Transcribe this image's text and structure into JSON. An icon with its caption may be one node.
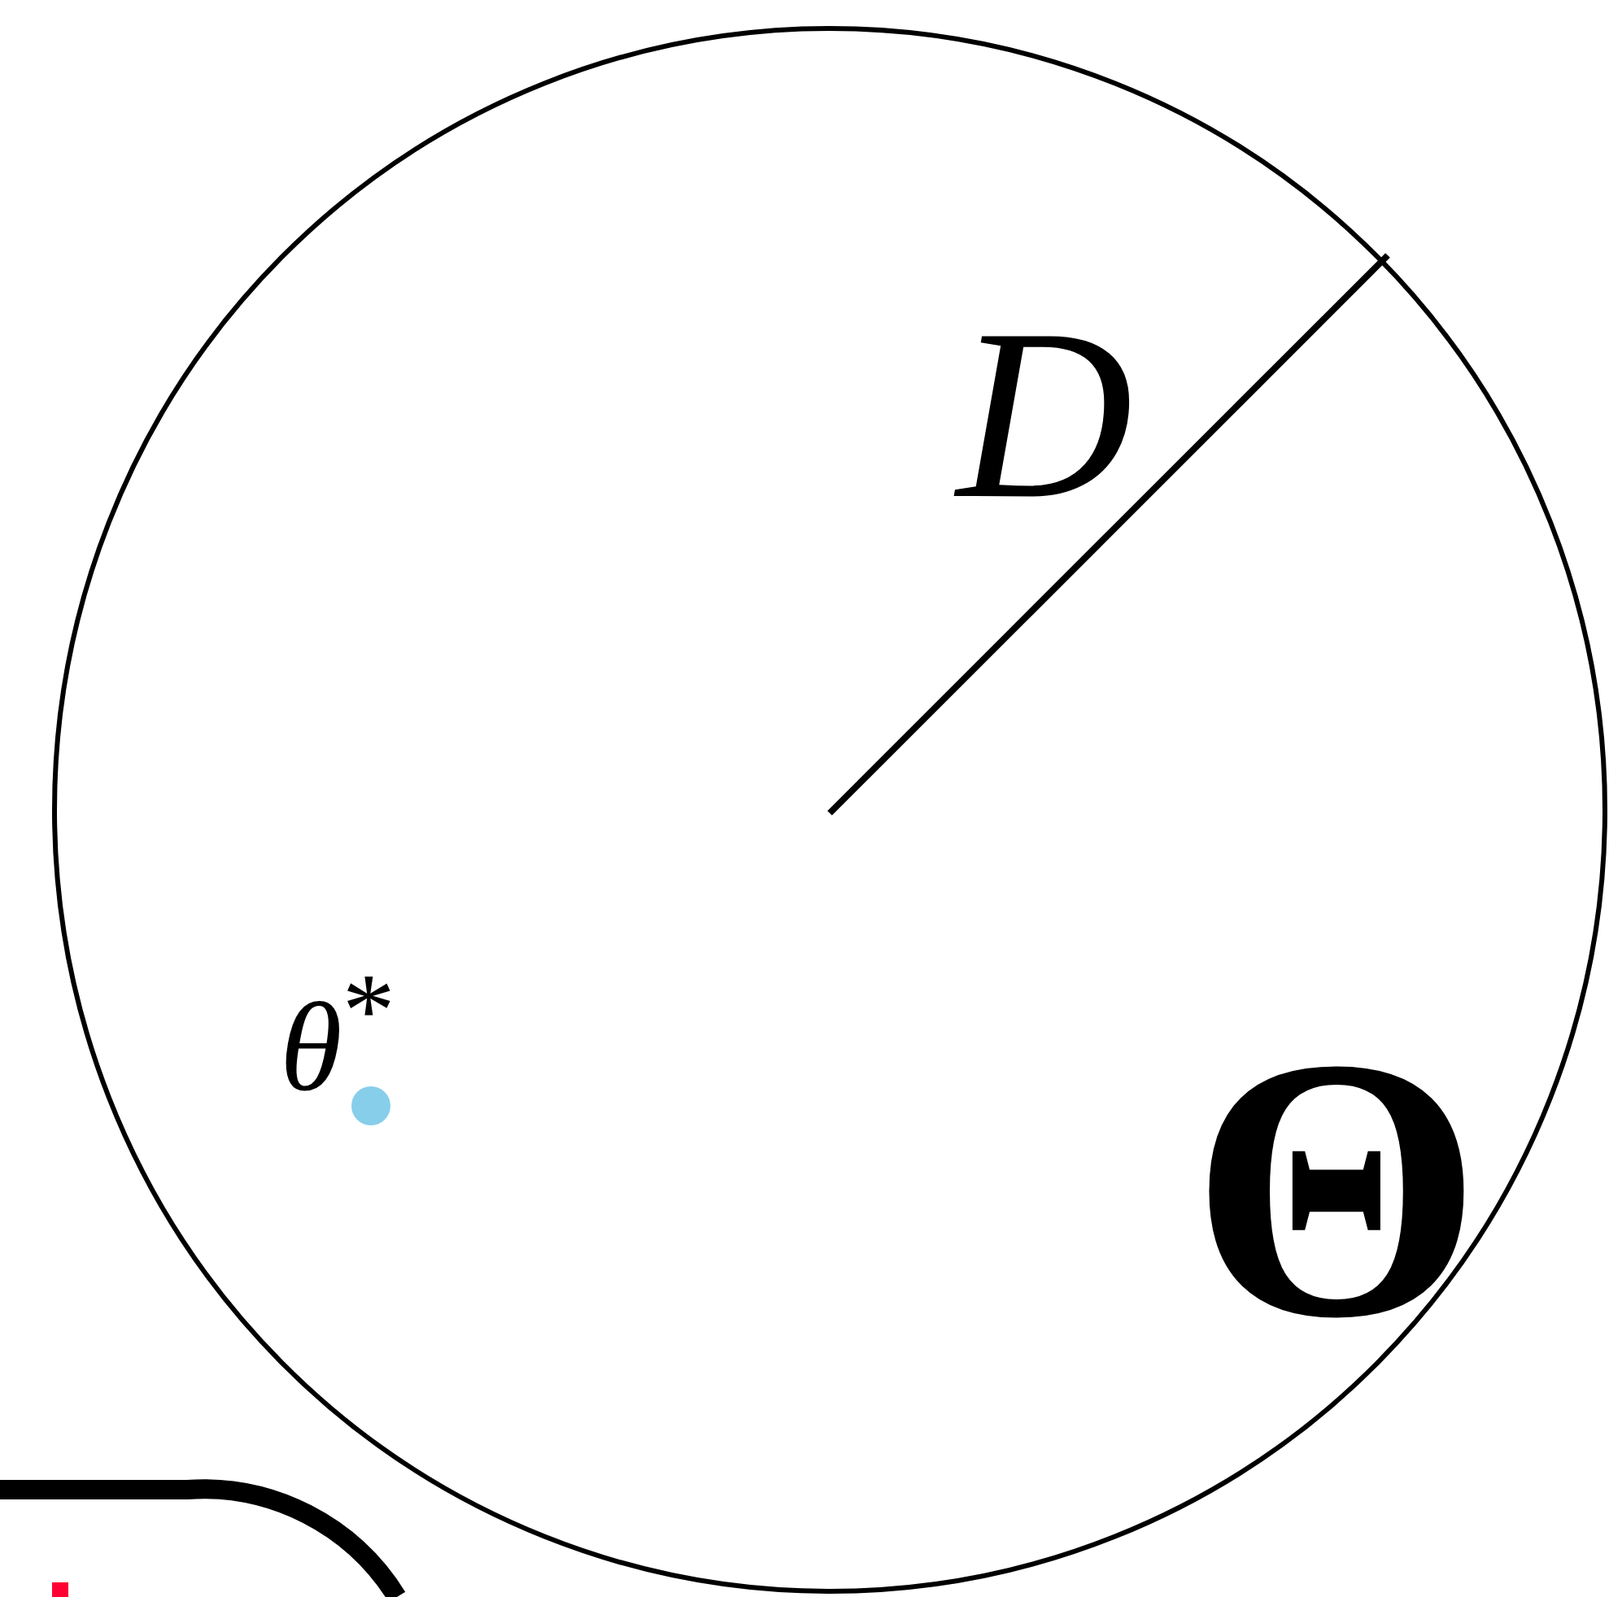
{
  "diagram": {
    "nodes": [
      {
        "text": [
          "Θ"
        ]
      }
    ],
    "labels": [
      "D",
      "*θ*$^{*}$"
    ]
  }
}
